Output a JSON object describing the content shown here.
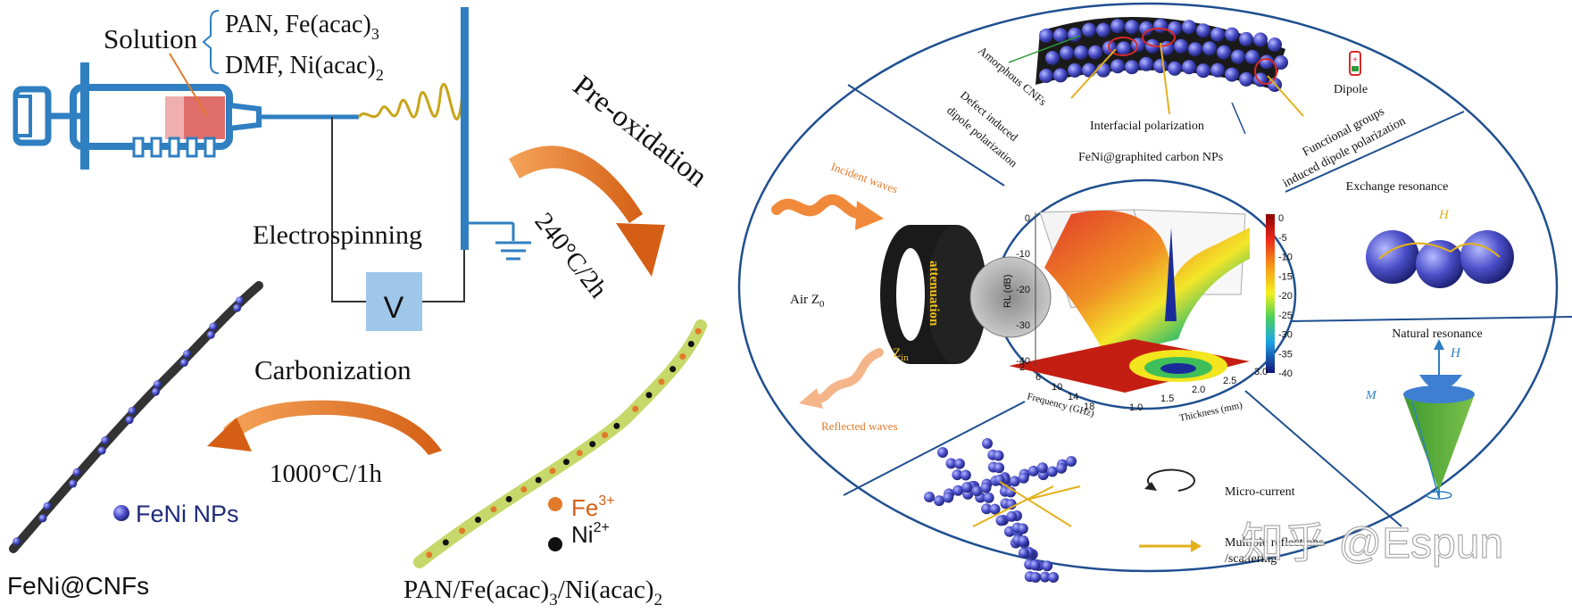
{
  "left": {
    "solution_label": "Solution",
    "solution_line1": "PAN, Fe(acac)",
    "solution_line1_sub": "3",
    "solution_line2": "DMF, Ni(acac)",
    "solution_line2_sub": "2",
    "electrospinning": "Electrospinning",
    "voltage": "V",
    "preoxidation": "Pre-oxidation",
    "preox_temp": "240°C/2h",
    "carbonization": "Carbonization",
    "carb_temp": "1000°C/1h",
    "feni_nps": "FeNi NPs",
    "fe_label": "Fe",
    "fe_sup": "3+",
    "ni_label": "Ni",
    "ni_sup": "2+",
    "product_left": "FeNi@CNFs",
    "product_right_a": "PAN/Fe(acac)",
    "product_right_sub1": "3",
    "product_right_b": "/Ni(acac)",
    "product_right_sub2": "2"
  },
  "right": {
    "amorphous_cnfs": "Amorphous CNFs",
    "defect_dipole_1": "Defect induced",
    "defect_dipole_2": "dipole polarization",
    "interfacial": "Interfacial polarization",
    "dipole": "Dipole",
    "functional_1": "Functional groups",
    "functional_2": "induced dipole polarization",
    "feni_graphited": "FeNi@graphited carbon NPs",
    "exchange": "Exchange resonance",
    "exchange_h": "H",
    "incident": "Incident waves",
    "attenuation": "attenuation",
    "zin": "Z",
    "zin_sub": "in",
    "air": "Air Z",
    "air_sub": "0",
    "reflected": "Reflected waves",
    "natural": "Natural resonance",
    "natural_h": "H",
    "natural_m": "M",
    "micro_current": "Micro-current",
    "multiple_1": "Multiple reflections",
    "multiple_2": "/scattering",
    "watermark": "知乎 @Espun"
  },
  "chart": {
    "zlabel": "RL (dB)",
    "xlabel": "Frequency (GHz)",
    "ylabel": "Thickness (mm)",
    "z_ticks": [
      "0",
      "-10",
      "-20",
      "-30",
      "-40"
    ],
    "x_ticks": [
      "2",
      "6",
      "10",
      "14",
      "18"
    ],
    "y_ticks": [
      "1.0",
      "1.5",
      "2.0",
      "2.5",
      "3.0"
    ],
    "colorbar_ticks": [
      "0",
      "-5",
      "-10",
      "-15",
      "-20",
      "-25",
      "-30",
      "-35",
      "-40"
    ]
  },
  "colors": {
    "blue_line": "#2f7fc1",
    "arrow_orange": "#e27a2b",
    "ellipse_blue": "#1f4f8f",
    "sphere_blue": "#4a4fc9",
    "fiber_green": "#c7d86a"
  }
}
